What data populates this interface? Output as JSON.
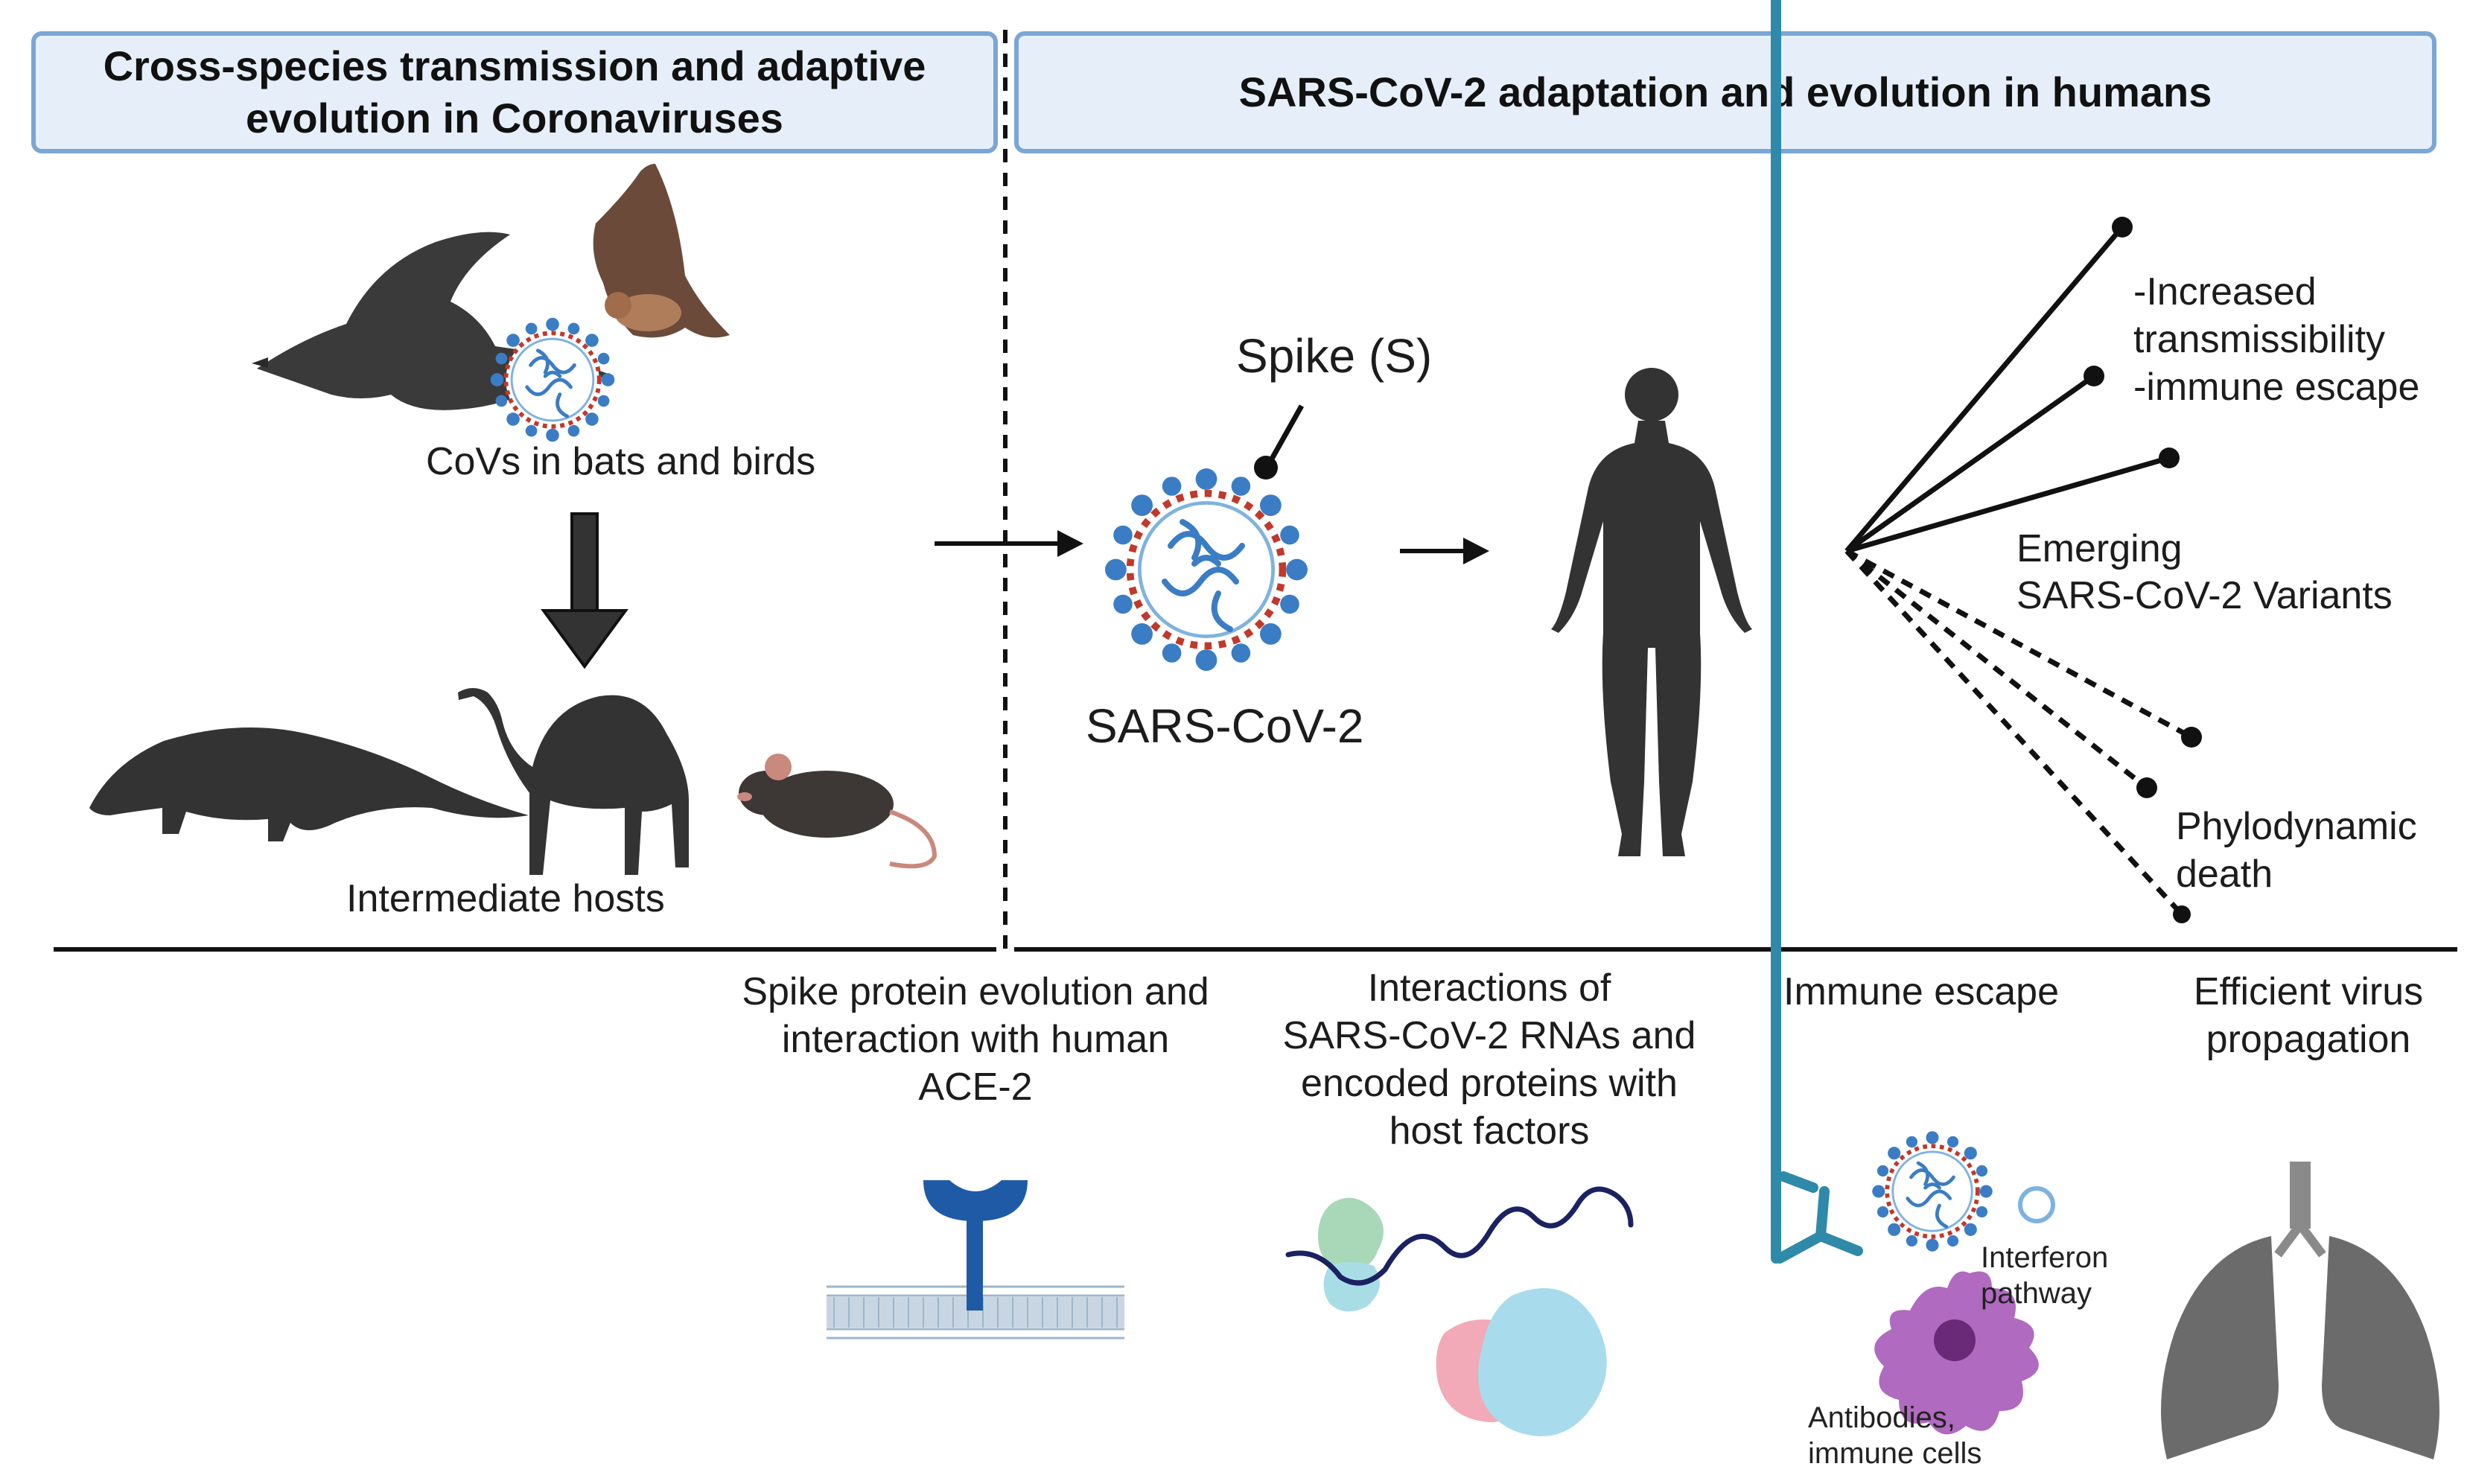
{
  "headers": {
    "left": "Cross-species transmission and adaptive\nevolution in Coronaviruses",
    "right": "SARS-CoV-2 adaptation and evolution in humans"
  },
  "labels": {
    "covs_bats_birds": "CoVs in bats and birds",
    "intermediate_hosts": "Intermediate hosts",
    "spike": "Spike (S)",
    "sars_cov_2": "SARS-CoV-2",
    "increased": "-Increased",
    "transmissibility": "transmissibility",
    "immune_escape_line": "-immune escape",
    "emerging_1": "Emerging",
    "emerging_2": "SARS-CoV-2 Variants",
    "phylo_1": "Phylodynamic",
    "phylo_2": "death"
  },
  "bottom": {
    "spike_evolution": "Spike protein evolution and\ninteraction with human\nACE-2",
    "interactions": "Interactions of\nSARS-CoV-2 RNAs and\nencoded proteins with\nhost factors",
    "immune_escape": "Immune escape",
    "efficient": "Efficient virus\npropagation",
    "interferon": "Interferon\npathway",
    "antibodies": "Antibodies,\nimmune cells"
  },
  "colors": {
    "header_fill": "#e6eff9",
    "header_border": "#7aa6d6",
    "silhouette": "#3a3a3a",
    "virus_blue": "#3b7dc4",
    "virus_red": "#c0392b"
  },
  "icons": [
    "crow-icon",
    "bat-icon",
    "virus-icon",
    "pangolin-icon",
    "camel-icon",
    "mouse-icon",
    "human-icon",
    "ace2-receptor-icon",
    "rna-protein-icon",
    "antibody-icon",
    "immune-cell-icon",
    "interferon-icon",
    "lungs-icon"
  ]
}
